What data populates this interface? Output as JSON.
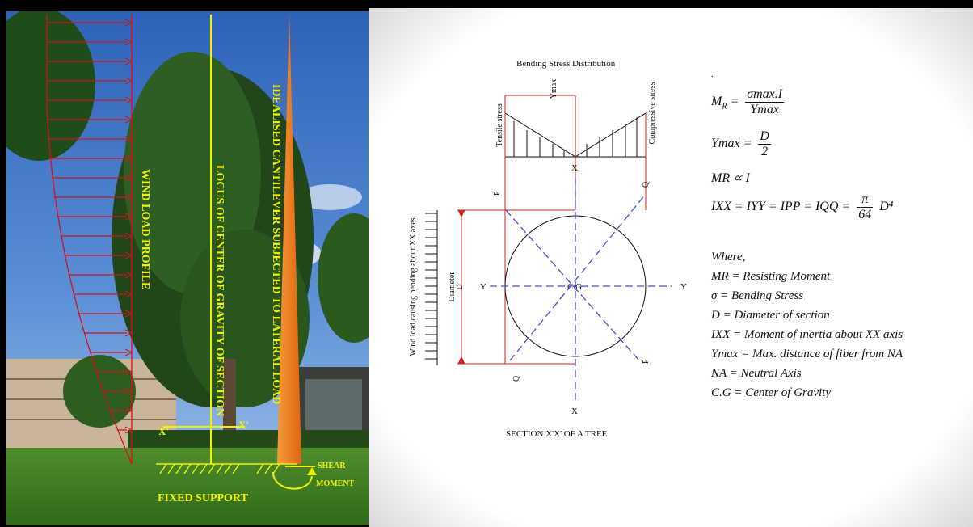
{
  "photo": {
    "labels": {
      "wind_load_profile": "WIND LOAD PROFILE",
      "locus_cg": "LOCUS OF CENTER OF GRAVITY OF SECTION",
      "cantilever": "IDEALISED CANTILEVER SUBJECTED TO LATERAL LOAD",
      "x_left": "X'",
      "x_right": "X'",
      "shear": "SHEAR",
      "moment": "MOMENT",
      "fixed_support": "FIXED SUPPORT"
    },
    "colors": {
      "arrow": "#d8101a",
      "annotation": "#f2f200",
      "cantilever": "#f07a1a"
    }
  },
  "diagram": {
    "title": "Bending Stress Distribution",
    "ymax_label": "Ymax",
    "tensile_label": "Tensile stress",
    "compressive_label": "Compressive stress",
    "wind_label": "Wind load causing bending about XX axes",
    "diameter_label": "Diameter",
    "d_label": "D",
    "cg_label": "C.G.",
    "x_top": "X",
    "x_bottom": "X",
    "y_left": "Y",
    "y_right": "Y",
    "p_top": "P",
    "p_bottom": "P",
    "q_top": "Q",
    "q_bottom": "Q",
    "caption": "SECTION X'X' OF A TREE",
    "colors": {
      "outline": "#d02020",
      "axis": "#4a4ae0",
      "stroke": "#111111"
    }
  },
  "formulas": {
    "dot": ".",
    "mr_lhs": "M",
    "mr_sub": "R",
    "mr_num": "σmax.I",
    "mr_den": "Ymax",
    "ymax_lhs": "Ymax",
    "ymax_num": "D",
    "ymax_den": "2",
    "prop": "MR ∝ I",
    "inertia_lhs": "IXX = IYY = IPP = IQQ =",
    "inertia_num": "π",
    "inertia_den": "64",
    "inertia_rhs": "D⁴"
  },
  "legend": {
    "heading": "Where,",
    "items": [
      "MR = Resisting Moment",
      "σ = Bending Stress",
      "D = Diameter of section",
      "IXX = Moment of inertia about XX axis",
      "Ymax = Max. distance of fiber from NA",
      "NA = Neutral Axis",
      "C.G = Center of Gravity"
    ]
  }
}
